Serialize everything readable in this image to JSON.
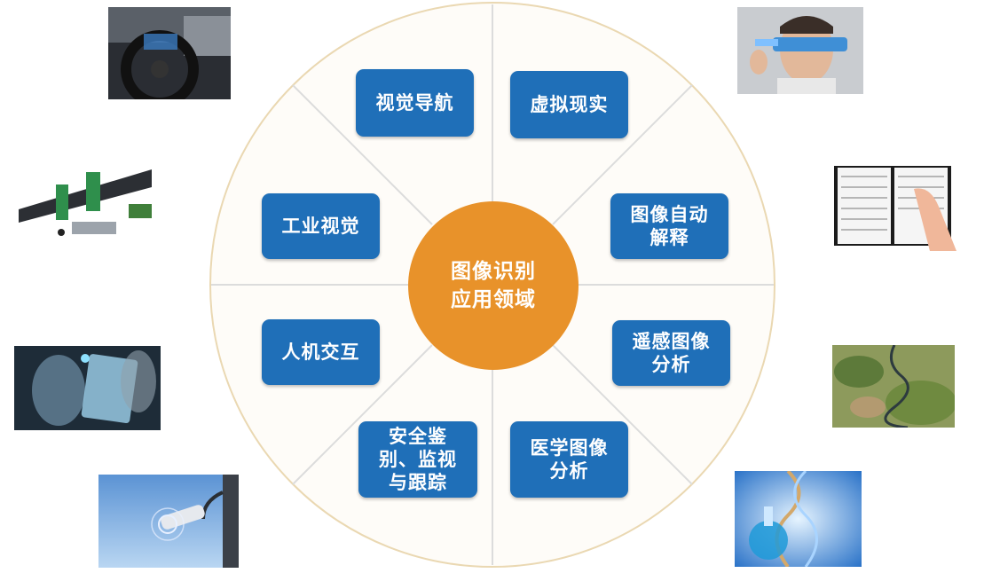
{
  "center_label": "图像识别\n应用领域",
  "domains": [
    {
      "id": "visual-navigation",
      "label": "视觉导航"
    },
    {
      "id": "virtual-reality",
      "label": "虚拟现实"
    },
    {
      "id": "industrial-vision",
      "label": "工业视觉"
    },
    {
      "id": "image-auto-interpretation",
      "label": "图像自动\n解释"
    },
    {
      "id": "human-computer-interaction",
      "label": "人机交互"
    },
    {
      "id": "remote-sensing-analysis",
      "label": "遥感图像\n分析"
    },
    {
      "id": "security-monitoring",
      "label": "安全鉴\n别、监视\n与跟踪"
    },
    {
      "id": "medical-image-analysis",
      "label": "医学图像\n分析"
    }
  ],
  "colors": {
    "box_blue": "#1f6fb8",
    "center_orange": "#e8922a",
    "ring": "#ead8b2",
    "divider": "#dcdcdc"
  },
  "thumbnails": [
    {
      "id": "car-dashboard",
      "icon": "car-dashboard-photo"
    },
    {
      "id": "vr-glasses",
      "icon": "vr-glasses-photo"
    },
    {
      "id": "industrial-robot",
      "icon": "industrial-robot-photo"
    },
    {
      "id": "sheet-music",
      "icon": "sheet-music-photo"
    },
    {
      "id": "hci-screen",
      "icon": "hci-screen-photo"
    },
    {
      "id": "satellite-map",
      "icon": "satellite-map-photo"
    },
    {
      "id": "security-camera",
      "icon": "security-camera-photo"
    },
    {
      "id": "dna-flask",
      "icon": "dna-flask-photo"
    }
  ]
}
